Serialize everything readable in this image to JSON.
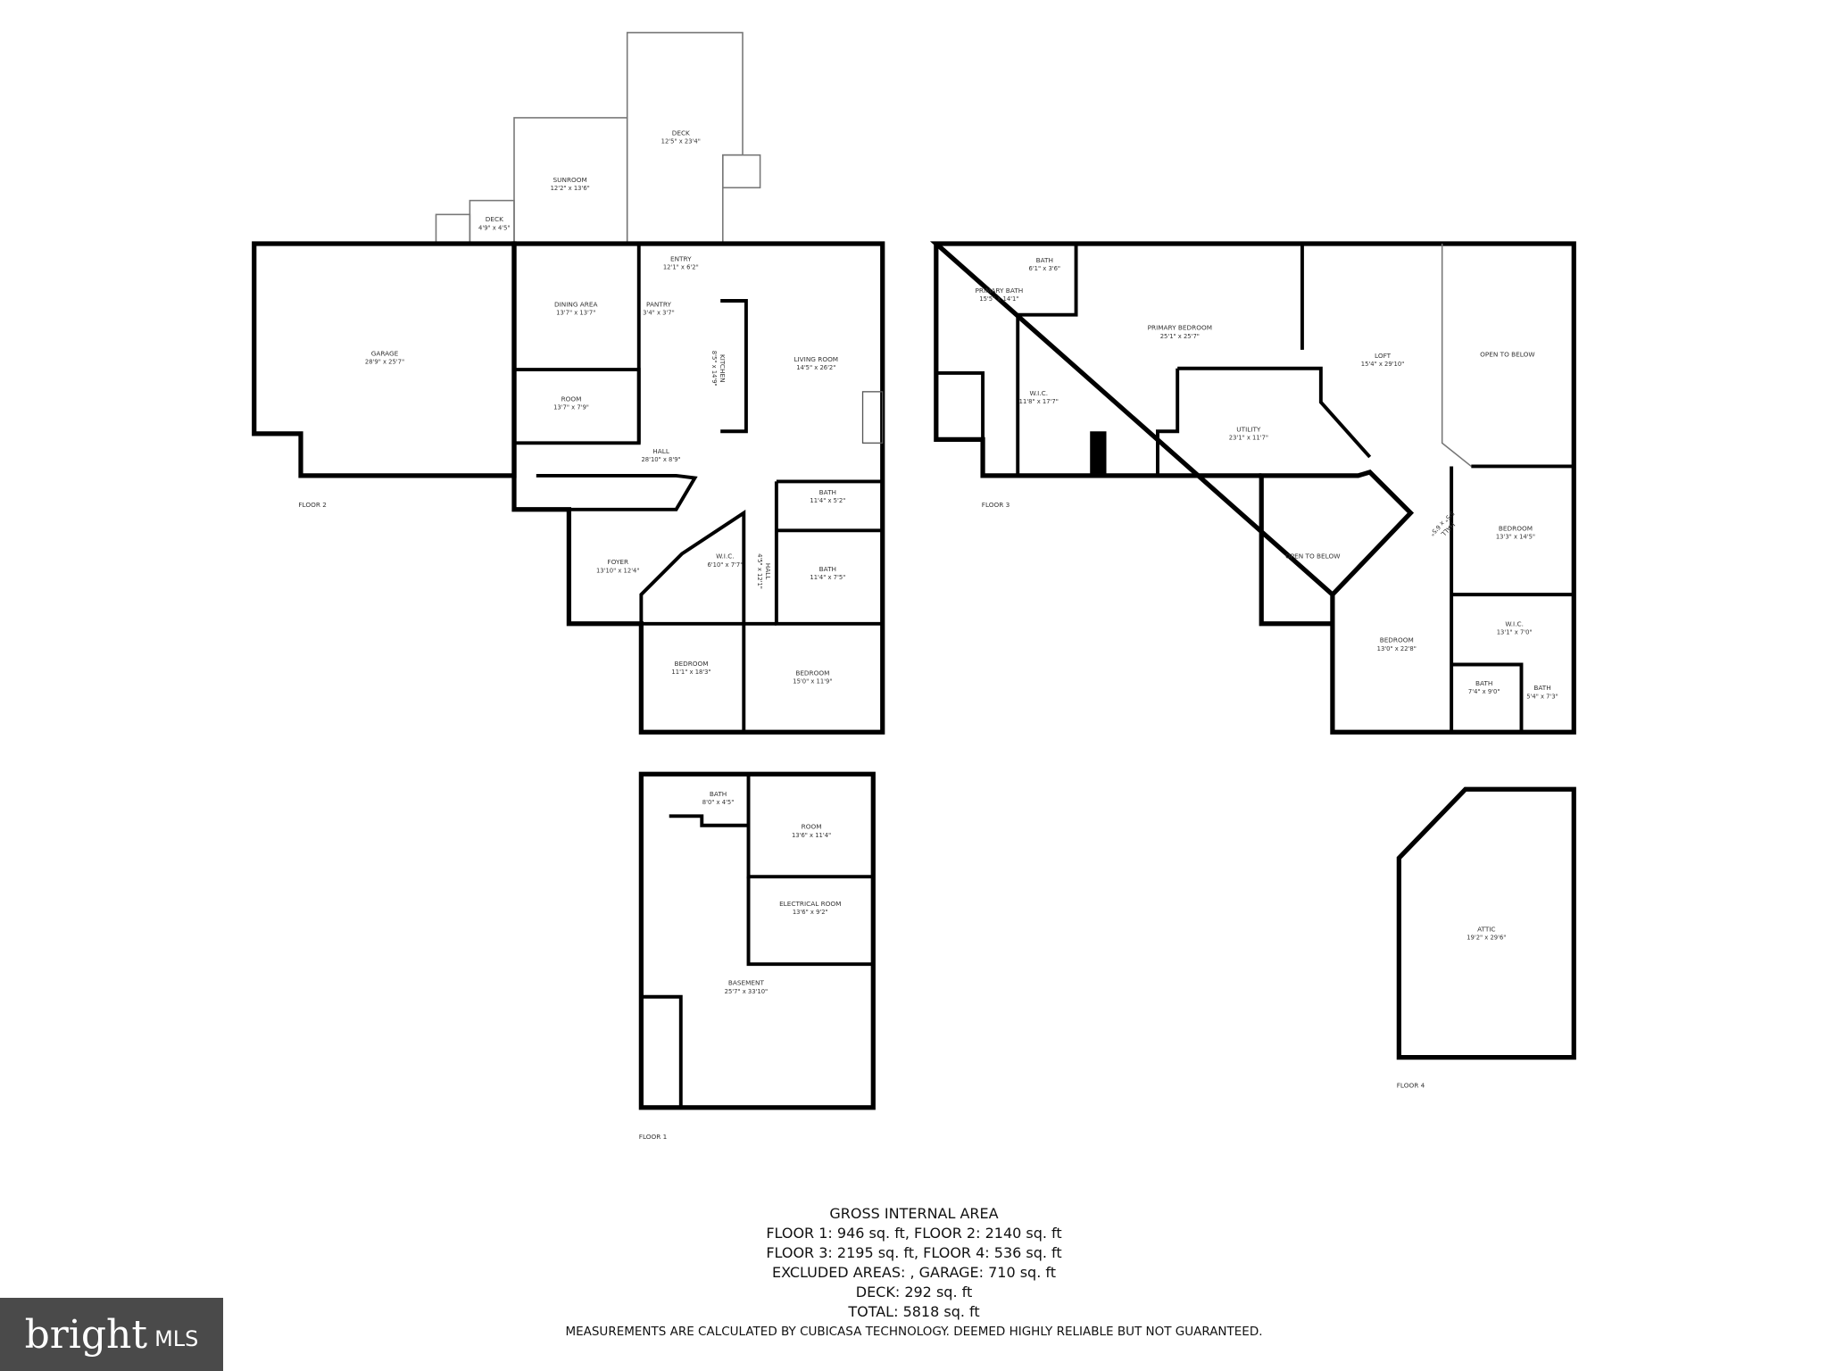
{
  "floors": [
    {
      "label": "FLOOR 2",
      "rooms": [
        {
          "name": "DECK",
          "dims": "12'5\" x 23'4\""
        },
        {
          "name": "SUNROOM",
          "dims": "12'2\" x 13'6\""
        },
        {
          "name": "DECK",
          "dims": "4'9\" x 4'5\""
        },
        {
          "name": "ENTRY",
          "dims": "12'1\" x 6'2\""
        },
        {
          "name": "DINING AREA",
          "dims": "13'7\" x 13'7\""
        },
        {
          "name": "PANTRY",
          "dims": "3'4\" x 3'7\""
        },
        {
          "name": "KITCHEN",
          "dims": "8'5\" x 14'9\""
        },
        {
          "name": "GARAGE",
          "dims": "28'9\" x 25'7\""
        },
        {
          "name": "LIVING ROOM",
          "dims": "14'5\" x 26'2\""
        },
        {
          "name": "ROOM",
          "dims": "13'7\" x 7'9\""
        },
        {
          "name": "HALL",
          "dims": "28'10\" x 8'9\""
        },
        {
          "name": "BATH",
          "dims": "11'4\" x 5'2\""
        },
        {
          "name": "FOYER",
          "dims": "13'10\" x 12'4\""
        },
        {
          "name": "W.I.C.",
          "dims": "6'10\" x 7'7\""
        },
        {
          "name": "HALL",
          "dims": "4'5\" x 12'1\""
        },
        {
          "name": "BATH",
          "dims": "11'4\" x 7'5\""
        },
        {
          "name": "BEDROOM",
          "dims": "11'1\" x 18'3\""
        },
        {
          "name": "BEDROOM",
          "dims": "15'0\" x 11'9\""
        }
      ]
    },
    {
      "label": "FLOOR 3",
      "rooms": [
        {
          "name": "BATH",
          "dims": "6'1\" x 3'6\""
        },
        {
          "name": "PRIMARY BATH",
          "dims": "15'5\" x 14'1\""
        },
        {
          "name": "PRIMARY BEDROOM",
          "dims": "25'1\" x 25'7\""
        },
        {
          "name": "LOFT",
          "dims": "15'4\" x 29'10\""
        },
        {
          "name": "OPEN TO BELOW",
          "dims": ""
        },
        {
          "name": "W.I.C.",
          "dims": "11'8\" x 17'7\""
        },
        {
          "name": "UTILITY",
          "dims": "23'1\" x 11'7\""
        },
        {
          "name": "OPEN TO BELOW",
          "dims": ""
        },
        {
          "name": "HALL",
          "dims": "5'5\" x 6'5\""
        },
        {
          "name": "BEDROOM",
          "dims": "13'3\" x 14'5\""
        },
        {
          "name": "BEDROOM",
          "dims": "13'0\" x 22'8\""
        },
        {
          "name": "W.I.C.",
          "dims": "13'1\" x 7'0\""
        },
        {
          "name": "BATH",
          "dims": "7'4\" x 9'0\""
        },
        {
          "name": "BATH",
          "dims": "5'4\" x 7'3\""
        }
      ]
    },
    {
      "label": "FLOOR 1",
      "rooms": [
        {
          "name": "BATH",
          "dims": "8'0\" x 4'5\""
        },
        {
          "name": "ROOM",
          "dims": "13'6\" x 11'4\""
        },
        {
          "name": "ELECTRICAL ROOM",
          "dims": "13'6\" x 9'2\""
        },
        {
          "name": "BASEMENT",
          "dims": "25'7\" x 33'10\""
        }
      ]
    },
    {
      "label": "FLOOR 4",
      "rooms": [
        {
          "name": "ATTIC",
          "dims": "19'2\" x 29'6\""
        }
      ]
    }
  ],
  "summary": {
    "title": "GROSS INTERNAL AREA",
    "line1": "FLOOR 1: 946 sq. ft, FLOOR 2: 2140 sq. ft",
    "line2": "FLOOR 3: 2195 sq. ft, FLOOR 4: 536 sq. ft",
    "line3": "EXCLUDED AREAS: , GARAGE: 710 sq. ft",
    "line4": "DECK: 292 sq. ft",
    "line5": "TOTAL: 5818 sq. ft",
    "note": "MEASUREMENTS ARE CALCULATED BY CUBICASA TECHNOLOGY. DEEMED HIGHLY RELIABLE BUT NOT GUARANTEED."
  },
  "logo": {
    "brand": "bright",
    "suffix": "MLS",
    "accent": "#e03a2f"
  }
}
